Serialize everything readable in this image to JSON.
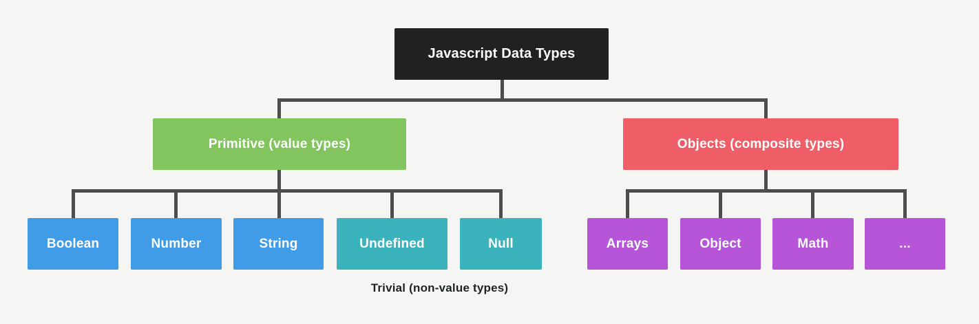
{
  "colors": {
    "background": "#f5f5f3",
    "line": "#4d4d4d",
    "root-bg": "#232120",
    "primitive-bg": "#82c45e",
    "objects-bg": "#ef5d66",
    "blue": "#419ce8",
    "teal": "#3ab3bc",
    "purple": "#b655d8",
    "node-text": "#ffffff",
    "caption-text": "#1e2126"
  },
  "tree": {
    "root": {
      "label": "Javascript Data Types"
    },
    "primitive": {
      "label": "Primitive (value types)"
    },
    "objects": {
      "label": "Objects (composite types)"
    },
    "primitive_children": [
      {
        "label": "Boolean"
      },
      {
        "label": "Number"
      },
      {
        "label": "String"
      },
      {
        "label": "Undefined"
      },
      {
        "label": "Null"
      }
    ],
    "objects_children": [
      {
        "label": "Arrays"
      },
      {
        "label": "Object"
      },
      {
        "label": "Math"
      },
      {
        "label": "..."
      }
    ],
    "caption": "Trivial (non-value types)"
  }
}
